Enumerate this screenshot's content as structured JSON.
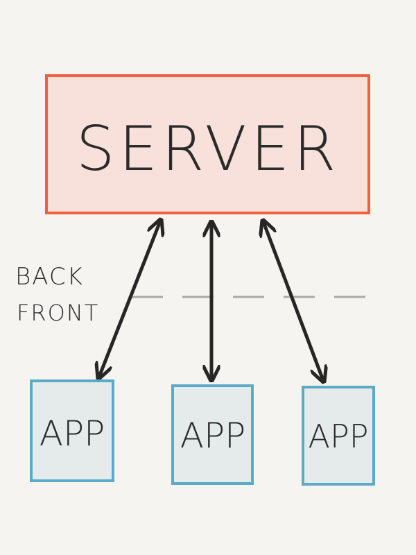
{
  "server": {
    "label": "SERVER",
    "fill": "#f7e1da",
    "stroke": "#f0623f"
  },
  "divider": {
    "back_label": "BACK",
    "front_label": "FRONT"
  },
  "apps": [
    {
      "label": "APP"
    },
    {
      "label": "APP"
    },
    {
      "label": "APP"
    }
  ],
  "app_style": {
    "fill": "#e4ebea",
    "stroke": "#5aaac8"
  },
  "arrow_color": "#262626"
}
